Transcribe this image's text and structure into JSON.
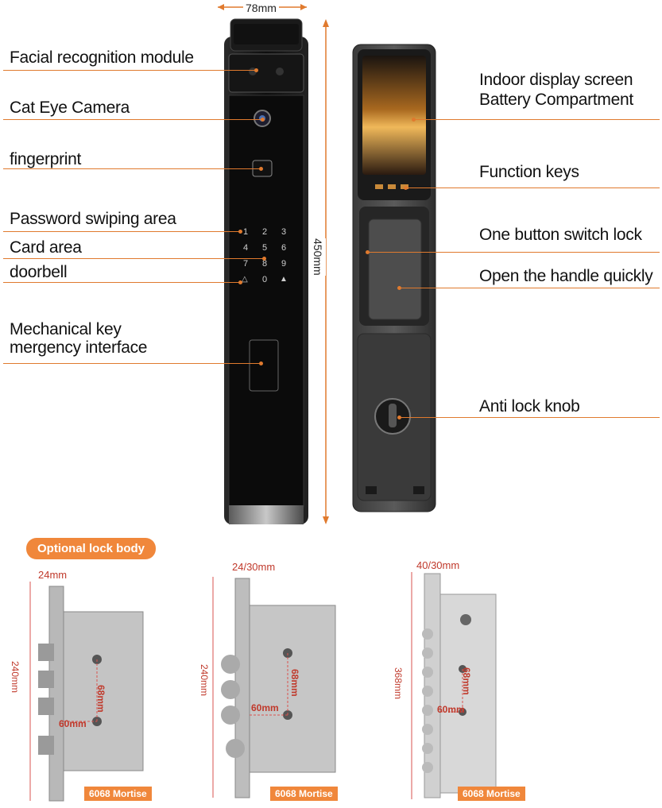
{
  "top_dimension": "78mm",
  "height_dimension": "450mm",
  "left_labels": [
    "Facial recognition module",
    "Cat Eye Camera",
    "fingerprint",
    "Password swiping area",
    "Card area",
    "doorbell",
    "Mechanical key",
    "mergency interface"
  ],
  "right_labels": [
    "Indoor display screen",
    "Battery Compartment",
    "Function keys",
    "One button switch lock",
    "Open the handle quickly",
    "Anti lock knob"
  ],
  "keypad": [
    "1",
    "2",
    "3",
    "4",
    "5",
    "6",
    "7",
    "8",
    "9",
    "0"
  ],
  "section_title": "Optional lock body",
  "lock_bodies": [
    {
      "width": "24mm",
      "height": "240mm",
      "v_dim": "68mm",
      "h_dim": "60mm",
      "tag": "6068 Mortise"
    },
    {
      "width": "24/30mm",
      "height": "240mm",
      "v_dim": "68mm",
      "h_dim": "60mm",
      "tag": "6068 Mortise"
    },
    {
      "width": "40/30mm",
      "height": "368mm",
      "v_dim": "68mm",
      "h_dim": "60mm",
      "tag": "6068 Mortise"
    }
  ],
  "colors": {
    "accent": "#e07a2e",
    "tag": "#f0873b",
    "dim_red": "#c0392b"
  }
}
